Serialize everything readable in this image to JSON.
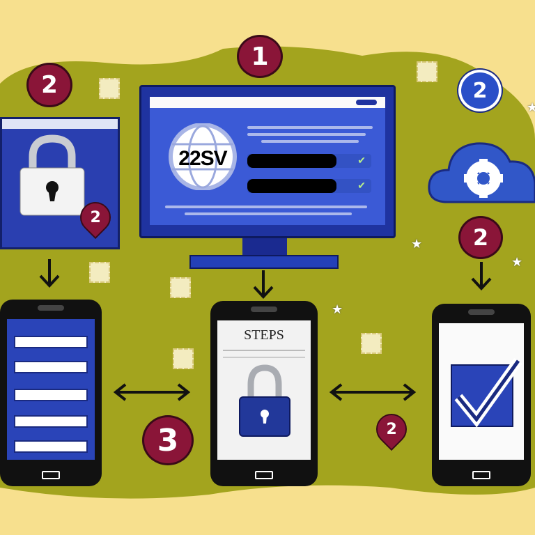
{
  "badges": {
    "top": "1",
    "top_left": "2",
    "top_right": "2",
    "right_mid": "2",
    "bottom_mid": "3"
  },
  "pins": {
    "left_window": "2",
    "bottom_right": "2"
  },
  "monitor": {
    "logo_text": "22SV"
  },
  "phone_middle": {
    "title": "STEPS"
  },
  "colors": {
    "background": "#f7e08e",
    "blob": "#a3a41e",
    "brand_blue": "#2a44b8",
    "badge": "#8a1538"
  },
  "icons": [
    "lock-icon",
    "globe-icon",
    "cloud-gear-icon",
    "checkmark-icon",
    "arrow-down-icon",
    "double-arrow-icon"
  ]
}
